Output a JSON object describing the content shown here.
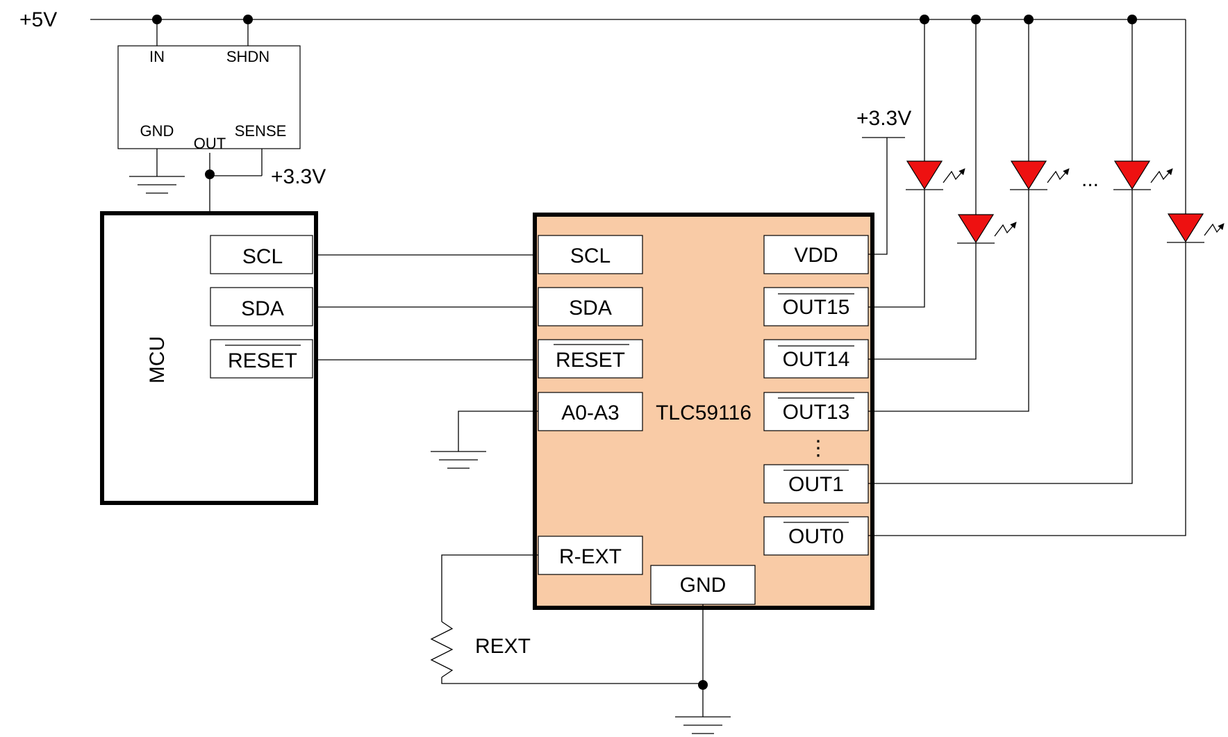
{
  "rails": {
    "v5": "+5V",
    "v33_regulator": "+3.3V",
    "v33_vdd": "+3.3V"
  },
  "regulator": {
    "pins": {
      "in": "IN",
      "shdn": "SHDN",
      "gnd": "GND",
      "out": "OUT",
      "sense": "SENSE"
    }
  },
  "mcu": {
    "label": "MCU",
    "pins": [
      "SCL",
      "SDA",
      "RESET"
    ]
  },
  "driver": {
    "label": "TLC59116",
    "left_pins": [
      "SCL",
      "SDA",
      "RESET",
      "A0-A3",
      "R-EXT"
    ],
    "right_pins": [
      "VDD",
      "OUT15",
      "OUT14",
      "OUT13",
      "OUT1",
      "OUT0"
    ],
    "gnd_pin": "GND",
    "vdots": "⋮"
  },
  "rext_label": "REXT",
  "led_ellipsis": "...",
  "colors": {
    "chip_fill": "#f9cba6",
    "led_fill": "#ee1111",
    "line": "#000000"
  },
  "icons": [
    "ground-icon",
    "resistor-icon",
    "led-icon"
  ]
}
